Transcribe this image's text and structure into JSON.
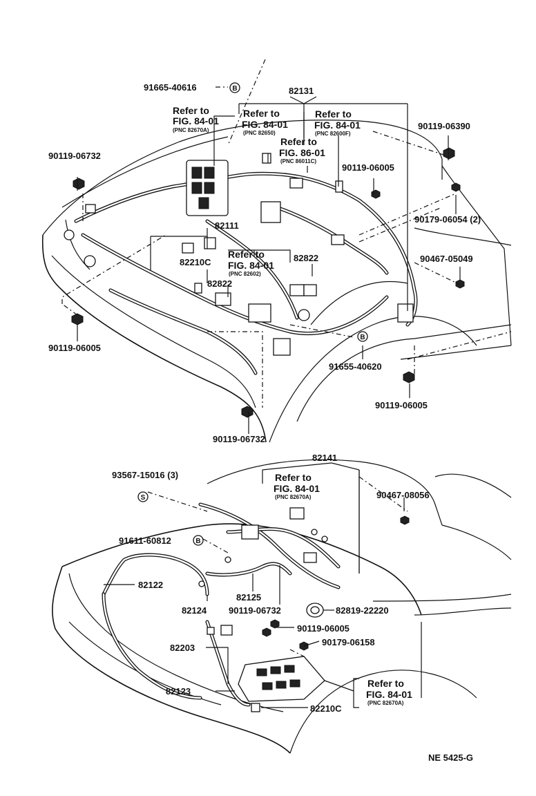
{
  "top": {
    "callouts": {
      "c_91665": "91665-40616",
      "c_82131": "82131",
      "c_90119_06390": "90119-06390",
      "c_90119_06732_a": "90119-06732",
      "c_90119_06005_a": "90119-06005",
      "c_90179_06054": "90179-06054 (2)",
      "c_82111": "82111",
      "c_82210c_a": "82210C",
      "c_82822_a": "82822",
      "c_82822_b": "82822",
      "c_90467_05049": "90467-05049",
      "c_90119_06005_b": "90119-06005",
      "c_91655_40620": "91655-40620",
      "c_90119_06005_c": "90119-06005",
      "c_90119_06732_b": "90119-06732"
    },
    "refs": [
      {
        "refer": "Refer to",
        "fig": "FIG. 84-01",
        "pnc": "(PNC 82670A)"
      },
      {
        "refer": "Refer to",
        "fig": "FIG. 84-01",
        "pnc": "(PNC 82650)"
      },
      {
        "refer": "Refer to",
        "fig": "FIG. 84-01",
        "pnc": "(PNC 82600F)"
      },
      {
        "refer": "Refer to",
        "fig": "FIG. 86-01",
        "pnc": "(PNC 86011C)"
      },
      {
        "refer": "Refer to",
        "fig": "FIG. 84-01",
        "pnc": "(PNC 82602)"
      }
    ]
  },
  "bottom": {
    "callouts": {
      "c_82141": "82141",
      "c_93567": "93567-15016 (3)",
      "c_90467_08056": "90467-08056",
      "c_91611": "91611-60812",
      "c_82122": "82122",
      "c_82125": "82125",
      "c_82124": "82124",
      "c_90119_06732": "90119-06732",
      "c_82819": "82819-22220",
      "c_90119_06005": "90119-06005",
      "c_82203": "82203",
      "c_90179_06158": "90179-06158",
      "c_82123": "82123",
      "c_82210c": "82210C"
    },
    "refs": [
      {
        "refer": "Refer to",
        "fig": "FIG. 84-01",
        "pnc": "(PNC 82670A)"
      },
      {
        "refer": "Refer to",
        "fig": "FIG. 84-01",
        "pnc": "(PNC 82670A)"
      }
    ]
  },
  "markers": {
    "b": "B",
    "s": "S"
  },
  "footer_code": "NE  5425-G"
}
